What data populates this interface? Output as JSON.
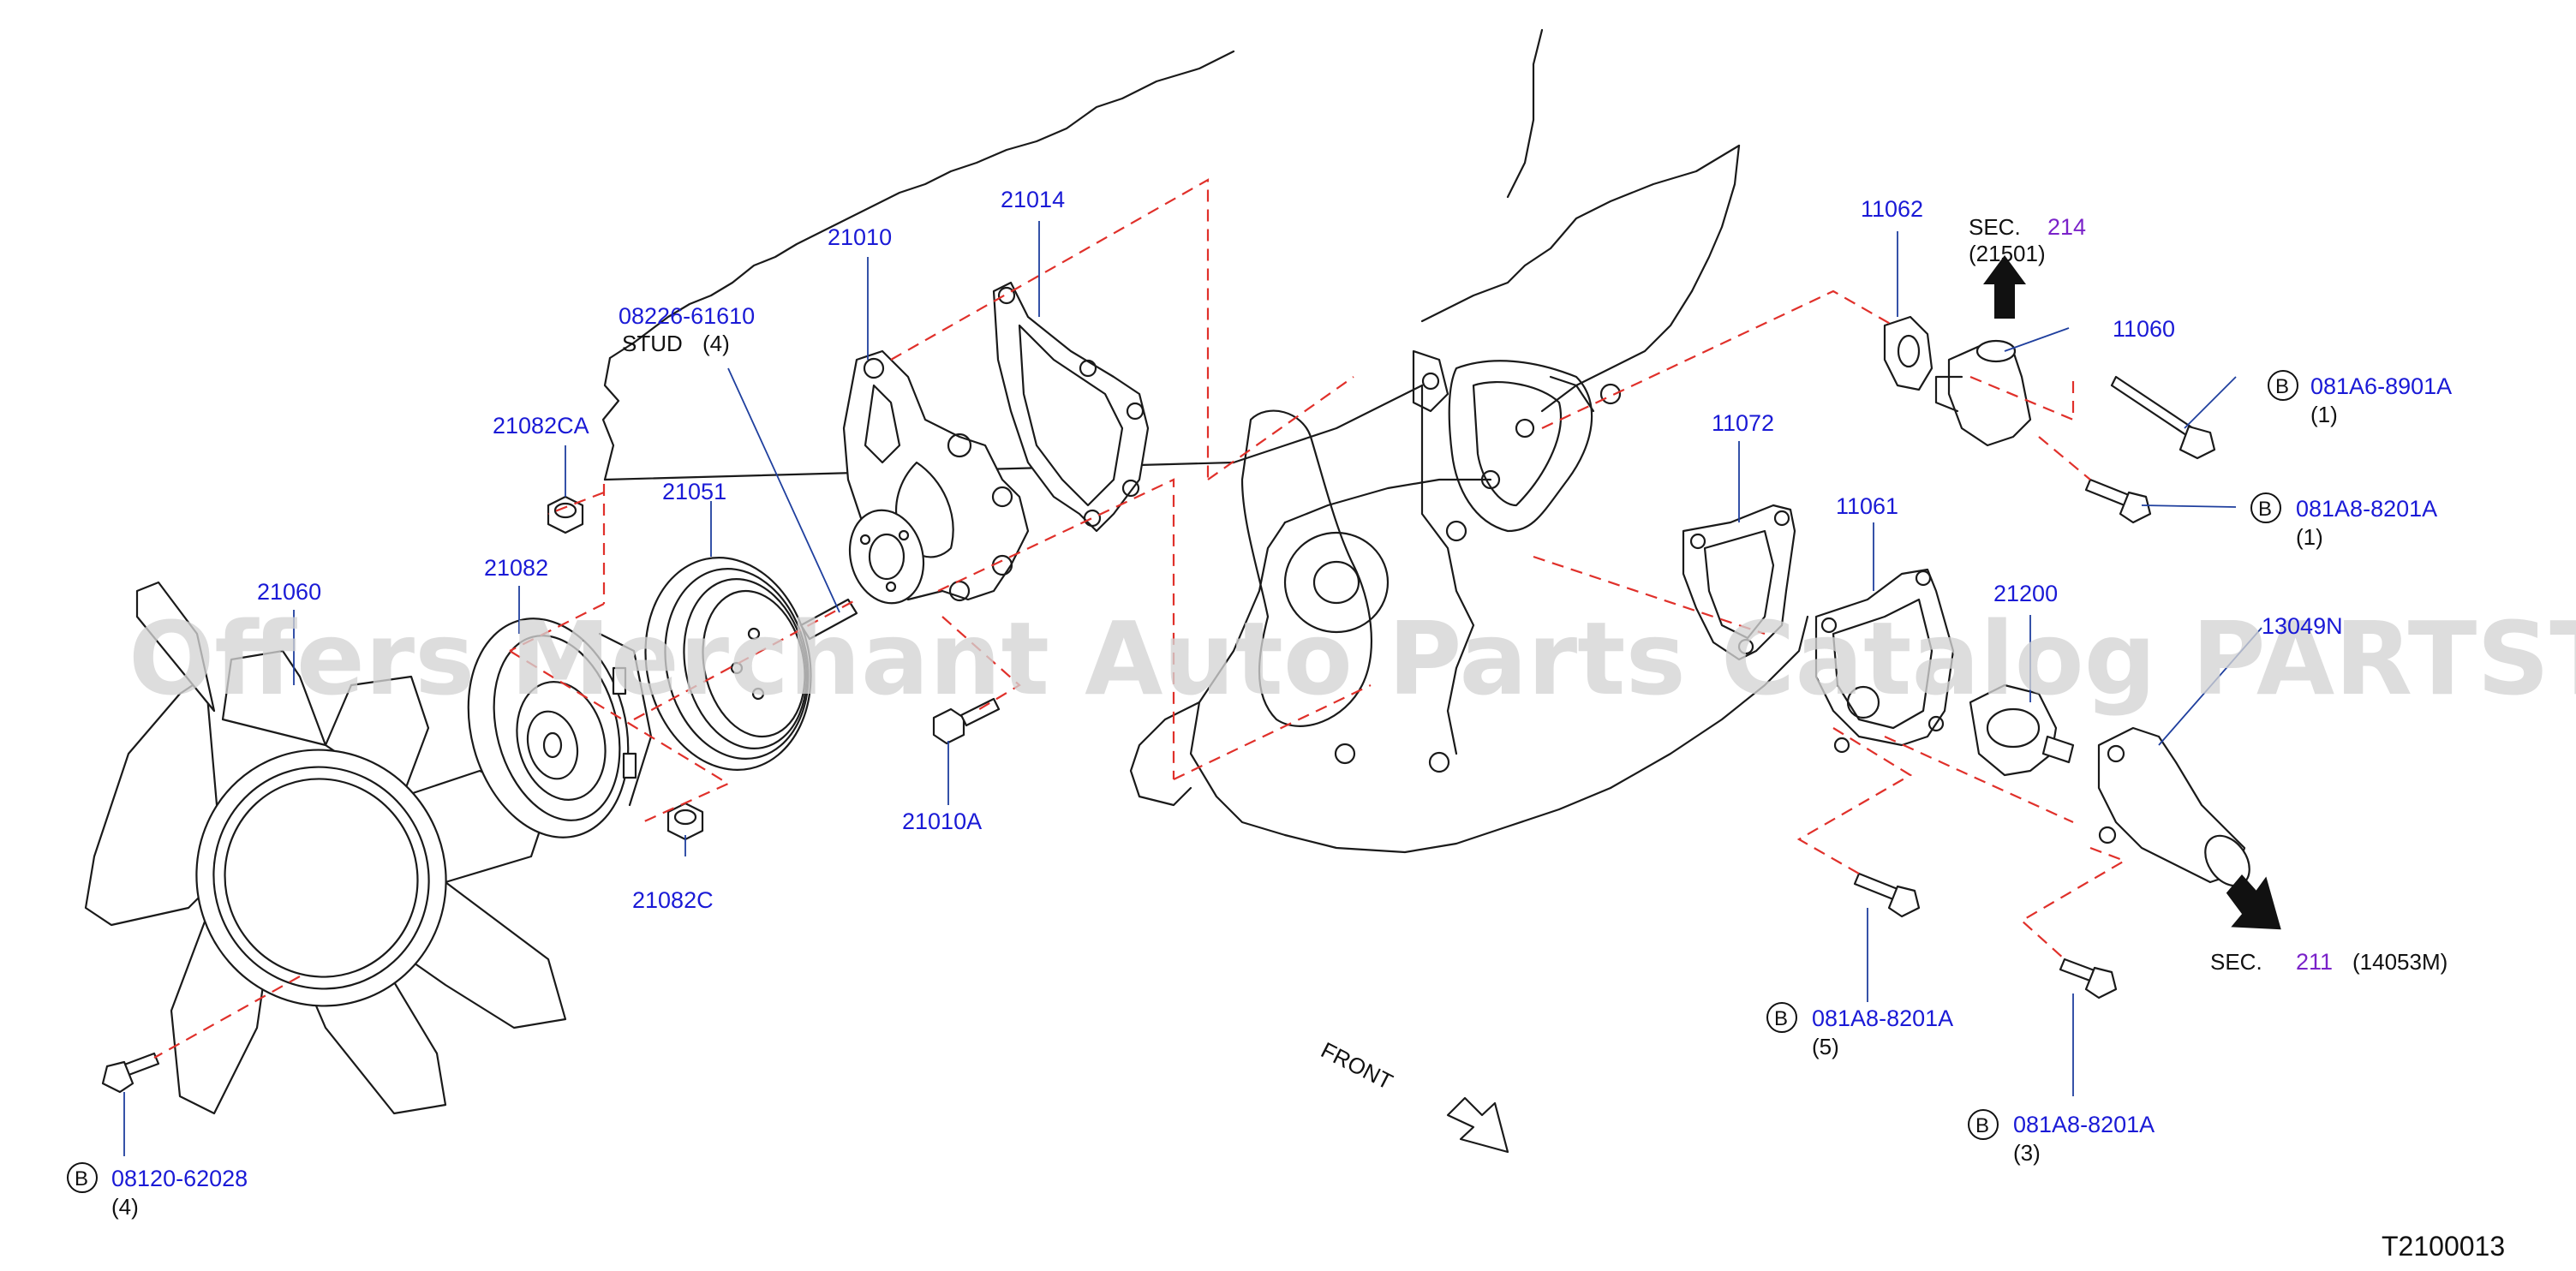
{
  "watermark": "Offers Merchant Auto Parts Catalog PARTSTORE.SA",
  "diagram_ref": "T2100013",
  "front_label": "FRONT",
  "bolt_symbol": "B",
  "parts": {
    "p21060": "21060",
    "p21082": "21082",
    "p21082CA": "21082CA",
    "p21082C": "21082C",
    "p21051": "21051",
    "p08226": "08226-61610",
    "stud_label": "STUD",
    "stud_qty": "(4)",
    "p21010": "21010",
    "p21010A": "21010A",
    "p21014": "21014",
    "p11072": "11072",
    "p11061": "11061",
    "p11062": "11062",
    "p11060": "11060",
    "p21200": "21200",
    "p13049N": "13049N",
    "b08120": "08120-62028",
    "b08120_qty": "(4)",
    "b081A6": "081A6-8901A",
    "b081A6_qty": "(1)",
    "b081A8_a": "081A8-8201A",
    "b081A8_a_qty": "(1)",
    "b081A8_b": "081A8-8201A",
    "b081A8_b_qty": "(5)",
    "b081A8_c": "081A8-8201A",
    "b081A8_c_qty": "(3)"
  },
  "sections": {
    "top": {
      "label": "SEC.",
      "num": "214",
      "ref": "(21501)"
    },
    "bottom": {
      "label": "SEC.",
      "num": "211",
      "ref": "(14053M)"
    }
  }
}
